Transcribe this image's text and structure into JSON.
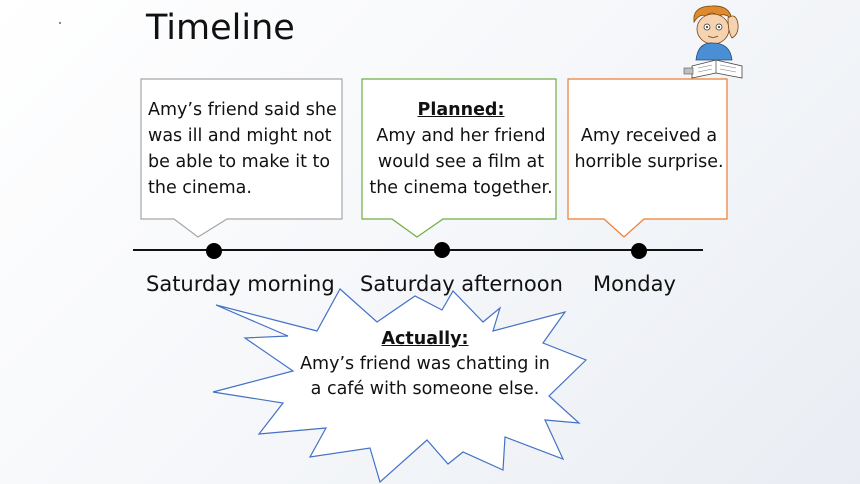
{
  "slide": {
    "title": "Timeline"
  },
  "callouts": [
    {
      "heading": "",
      "text": "Amy’s friend said she was ill and might not be able to make it to the cinema.",
      "border": "#a6a6a6"
    },
    {
      "heading": "Planned:",
      "text": "Amy and her friend would see a film at the cinema together.",
      "border": "#70ad47"
    },
    {
      "heading": "",
      "text": "Amy received a horrible surprise.",
      "border": "#ed7d31"
    }
  ],
  "timeline": {
    "labels": [
      "Saturday morning",
      "Saturday afternoon",
      "Monday"
    ]
  },
  "actually": {
    "heading": "Actually:",
    "text": "Amy’s friend was chatting in a café with someone else.",
    "border": "#4472c4"
  },
  "icons": {
    "illustration": "boy-thinking-with-book-icon"
  }
}
